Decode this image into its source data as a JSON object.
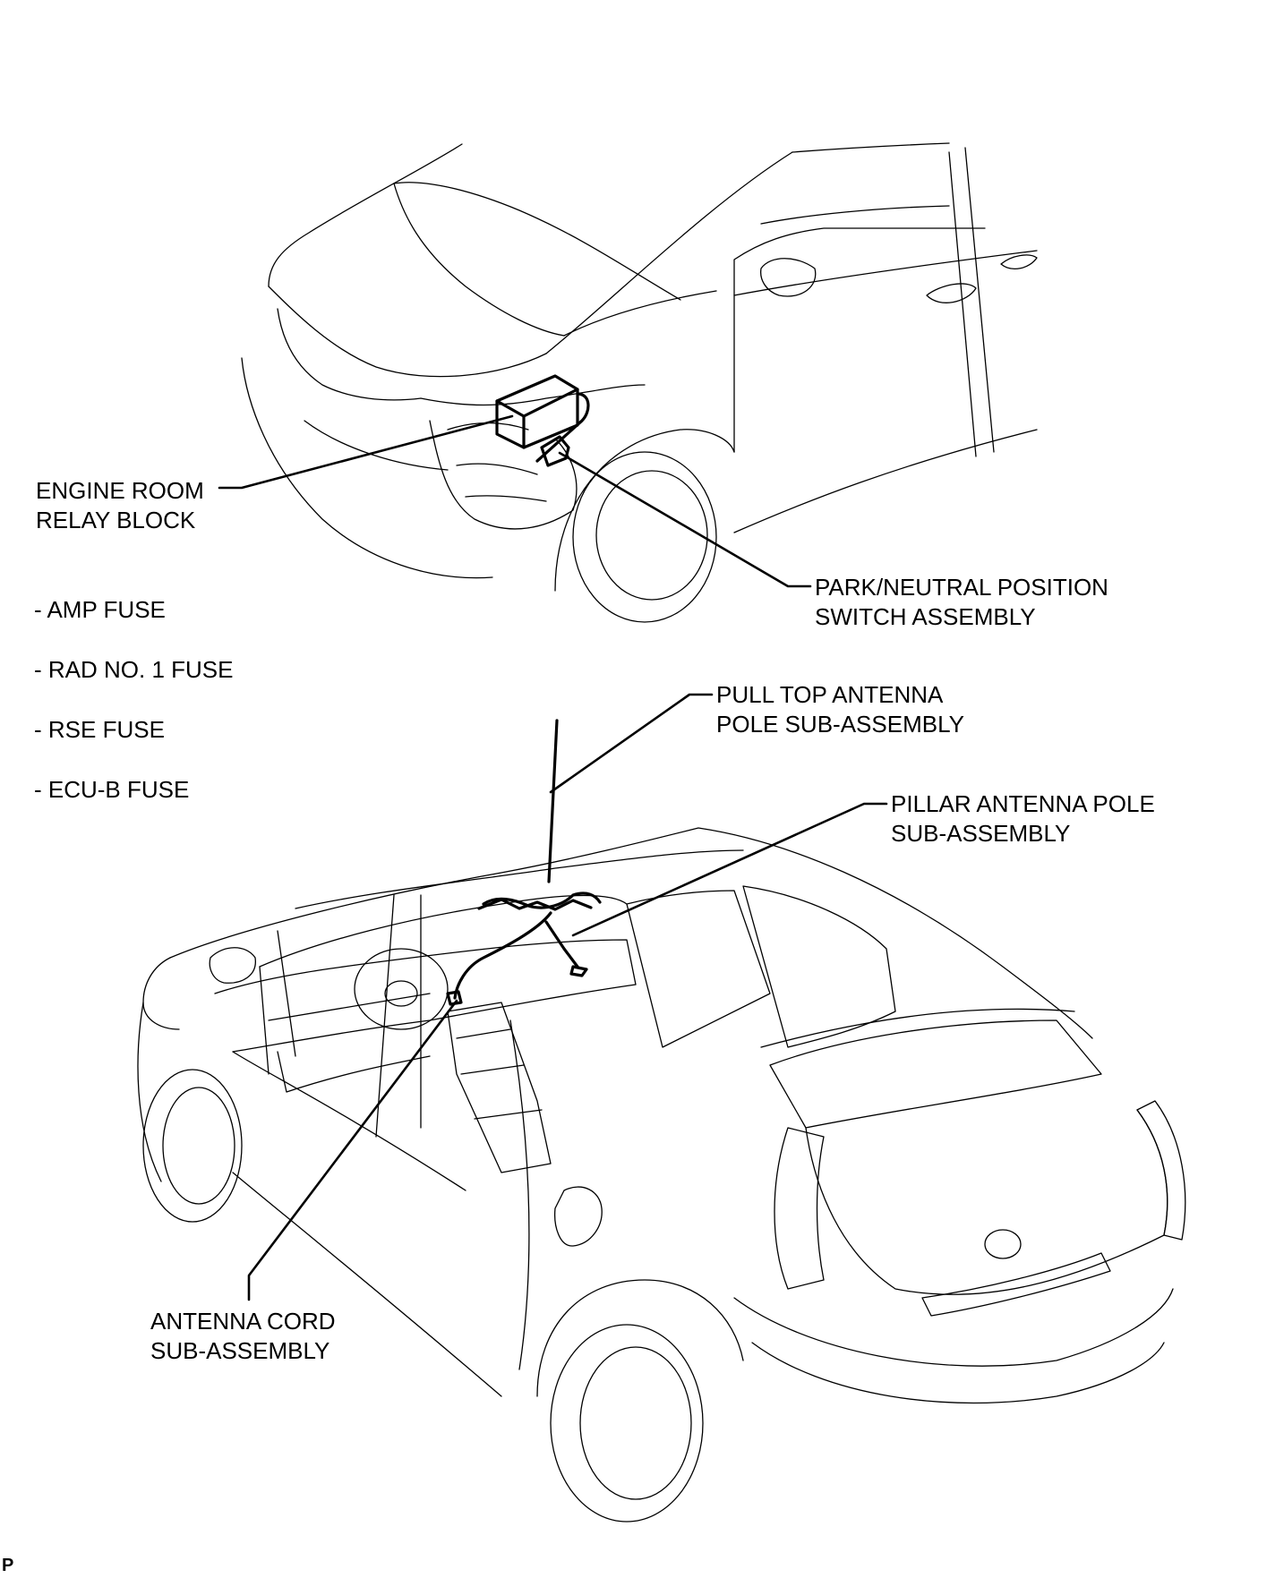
{
  "callouts": {
    "engine_room_relay_block": [
      "ENGINE ROOM",
      "RELAY BLOCK"
    ],
    "park_neutral_switch": [
      "PARK/NEUTRAL POSITION",
      "SWITCH ASSEMBLY"
    ],
    "pull_top_antenna": [
      "PULL TOP ANTENNA",
      "POLE SUB-ASSEMBLY"
    ],
    "pillar_antenna": [
      "PILLAR ANTENNA POLE",
      "SUB-ASSEMBLY"
    ],
    "antenna_cord": [
      "ANTENNA CORD",
      "SUB-ASSEMBLY"
    ]
  },
  "fuse_list": [
    "- AMP FUSE",
    "- RAD NO. 1 FUSE",
    "- RSE FUSE",
    "- ECU-B FUSE"
  ],
  "page_mark": "P",
  "colors": {
    "line": "#000000",
    "background": "#ffffff"
  }
}
